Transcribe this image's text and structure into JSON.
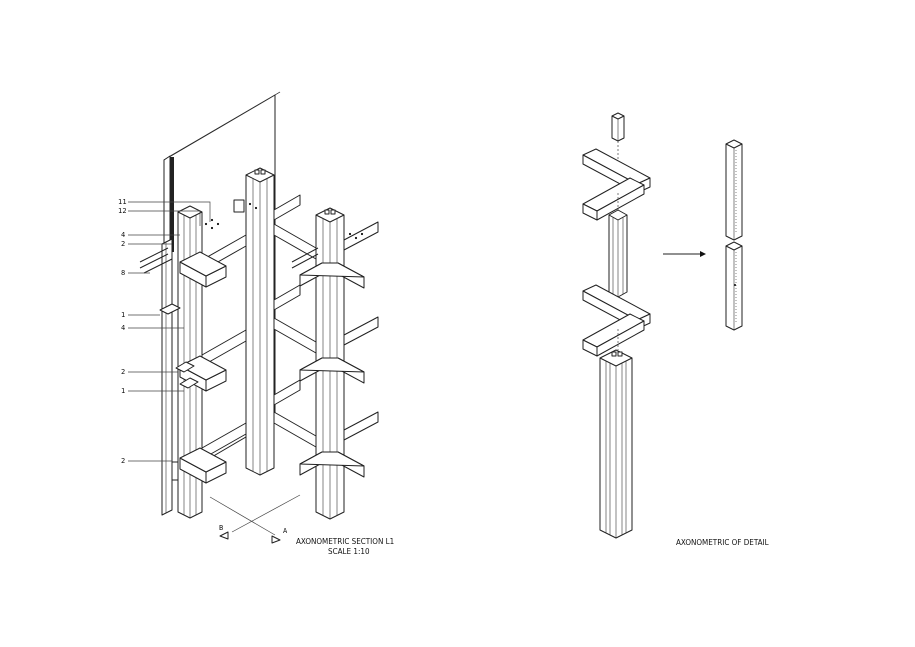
{
  "left_drawing": {
    "caption_line1": "AXONOMETRIC SECTION L1",
    "caption_line2": "SCALE 1:10",
    "section_mark_a": "A",
    "section_mark_b": "B",
    "callouts": [
      {
        "label": "11"
      },
      {
        "label": "12"
      },
      {
        "label": "4"
      },
      {
        "label": "2"
      },
      {
        "label": "8"
      },
      {
        "label": "1"
      },
      {
        "label": "4"
      },
      {
        "label": "2"
      },
      {
        "label": "1"
      },
      {
        "label": "2"
      }
    ]
  },
  "right_drawing": {
    "caption": "AXONOMETRIC OF DETAIL"
  },
  "colors": {
    "line": "#222222",
    "background": "#ffffff"
  }
}
